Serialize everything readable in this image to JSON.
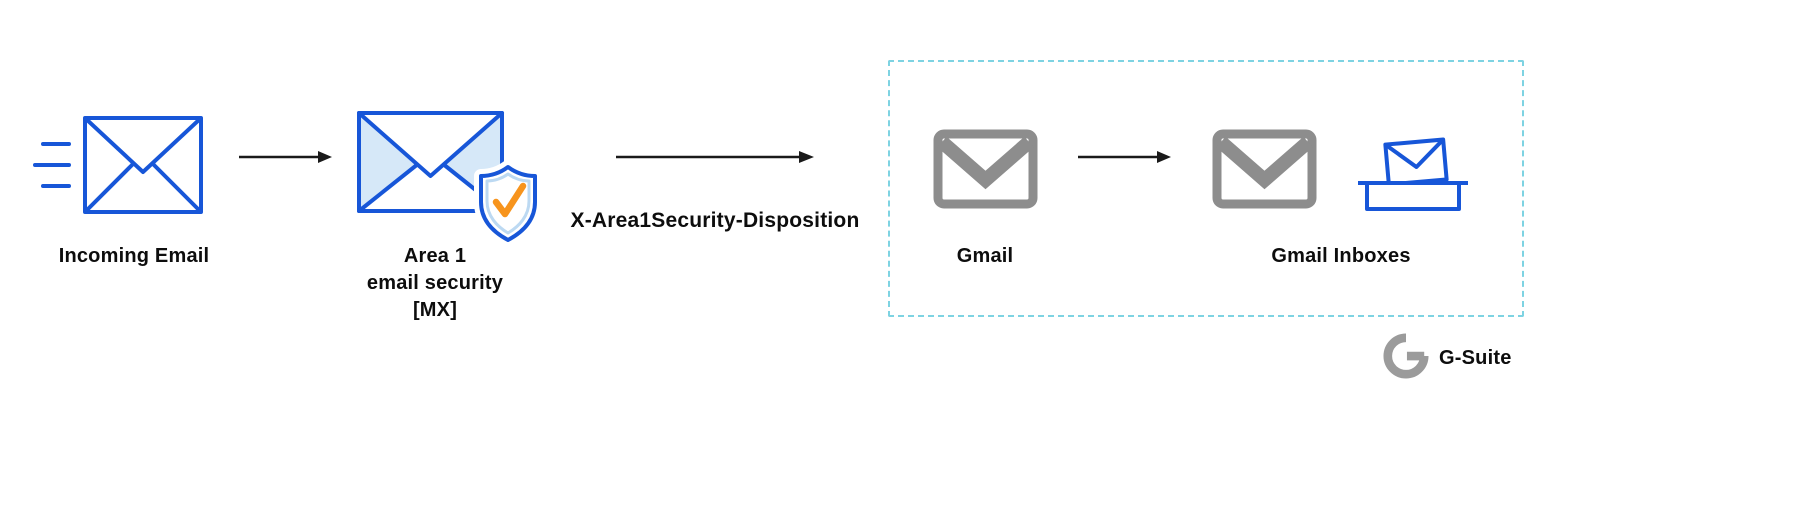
{
  "nodes": {
    "incoming_email": {
      "label": "Incoming Email",
      "icon": "speeding-envelope-icon"
    },
    "area1": {
      "lines": [
        "Area 1",
        "email security",
        "[MX]"
      ],
      "icon": "envelope-shield-check-icon"
    },
    "gmail": {
      "label": "Gmail",
      "icon": "gmail-m-icon"
    },
    "gmail_inboxes": {
      "label": "Gmail Inboxes",
      "icons": [
        "gmail-m-icon",
        "inbox-envelope-icon"
      ]
    }
  },
  "edges": {
    "incoming_to_area1": {
      "label": ""
    },
    "area1_to_gmail": {
      "label": "X-Area1Security-Disposition"
    },
    "gmail_to_inboxes": {
      "label": ""
    }
  },
  "group": {
    "style": "dashed-teal-box",
    "contains": [
      "gmail",
      "gmail_inboxes"
    ]
  },
  "branding": {
    "logo": "google-g-logo",
    "label": "G-Suite"
  },
  "colors": {
    "envelope_blue": "#1756d8",
    "envelope_light_blue": "#d6e8f8",
    "shield_inner_blue": "#bcd9f2",
    "check_orange": "#f7941d",
    "gmail_gray": "#8d8d8d",
    "google_g_gray": "#9b9b9b",
    "group_border_teal": "#7ed3e2",
    "arrow_black": "#1a1a1a",
    "text": "#0d0d0d"
  }
}
